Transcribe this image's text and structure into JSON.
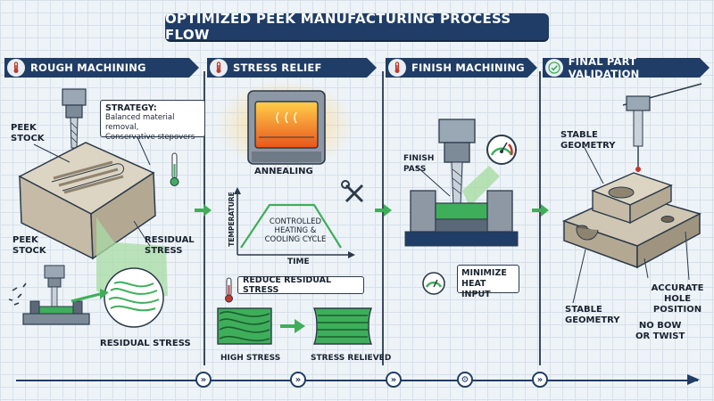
{
  "title": "OPTIMIZED PEEK MANUFACTURING PROCESS FLOW",
  "stages": [
    {
      "label": "ROUGH MACHINING",
      "icon": "thermometer-icon"
    },
    {
      "label": "STRESS RELIEF",
      "icon": "thermometer-icon"
    },
    {
      "label": "FINISH MACHINING",
      "icon": "thermometer-icon"
    },
    {
      "label": "FINAL PART VALIDATION",
      "icon": "checkmark-icon"
    }
  ],
  "rough": {
    "strategy_title": "STRATEGY:",
    "strategy_line1": "Balanced material removal,",
    "strategy_line2": "Conservative stepovers",
    "peek_stock_1a": "PEEK",
    "peek_stock_1b": "STOCK",
    "peek_stock_2a": "PEEK",
    "peek_stock_2b": "STOCK",
    "residual_stress_a": "RESIDUAL",
    "residual_stress_b": "STRESS",
    "residual_stress_bottom": "RESIDUAL STRESS"
  },
  "relief": {
    "annealing": "ANNEALING",
    "y_axis": "TEMPERATURE",
    "x_axis": "TIME",
    "curve_line1": "CONTROLLED",
    "curve_line2": "HEATING &",
    "curve_line3": "COOLING CYCLE",
    "reduce": "REDUCE RESIDUAL STRESS",
    "high_stress": "HIGH STRESS",
    "stress_relieved": "STRESS RELIEVED"
  },
  "finish": {
    "finish_pass_a": "FINISH",
    "finish_pass_b": "PASS",
    "minimize_a": "MINIMIZE",
    "minimize_b": "HEAT INPUT"
  },
  "validation": {
    "stable_geometry_top_a": "STABLE",
    "stable_geometry_top_b": "GEOMETRY",
    "stable_geometry_bottom_a": "STABLE",
    "stable_geometry_bottom_b": "GEOMETRY",
    "accurate_a": "ACCURATE",
    "accurate_b": "HOLE POSITION",
    "no_bow_a": "NO BOW",
    "no_bow_b": "OR TWIST"
  },
  "colors": {
    "navy": "#1f3d66",
    "green": "#3fae5a",
    "light_green": "#a8dca4",
    "stock": "#cfc6b3",
    "oven_glow": "#f08a24"
  }
}
